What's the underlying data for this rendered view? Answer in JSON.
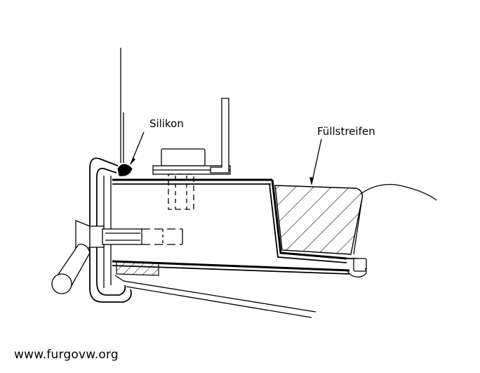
{
  "labels": {
    "silikon": "Silikon",
    "fullstreifen": "Füllstreifen"
  },
  "watermark": "www.furgovw.org"
}
